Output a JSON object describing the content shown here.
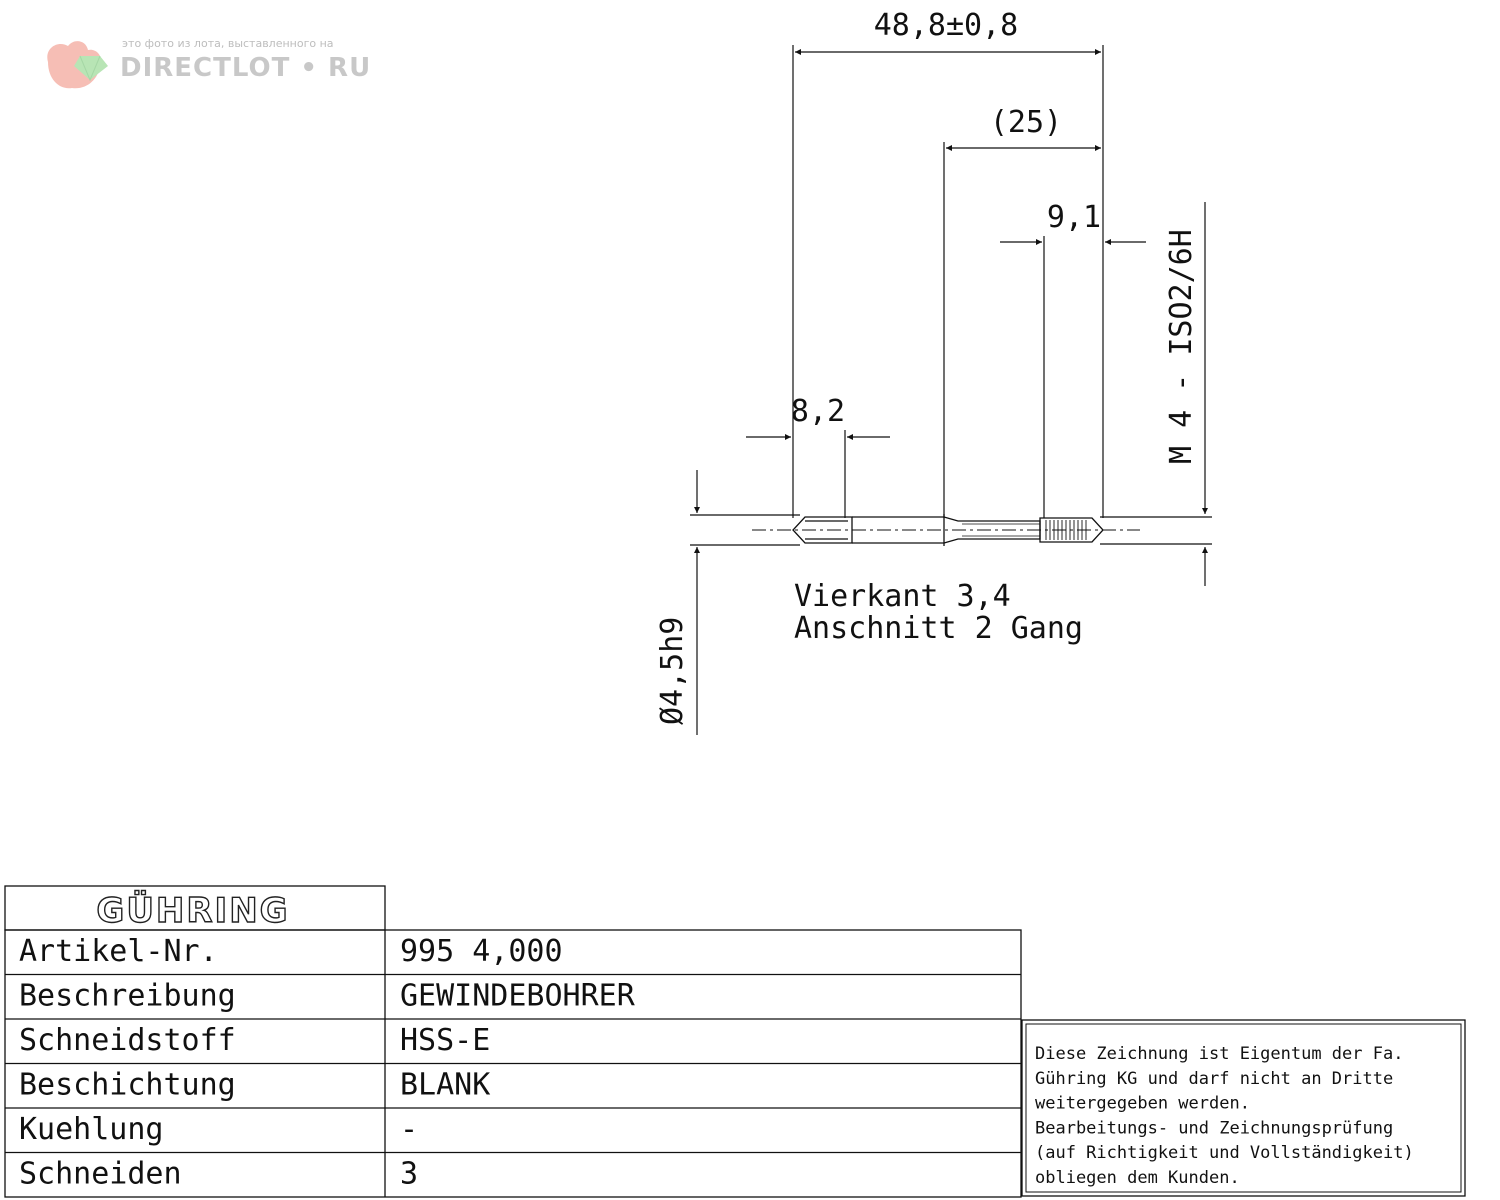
{
  "watermark": {
    "caption": "это фото из лота, выставленного на",
    "site": "DIRECTLOT • RU",
    "logo_icon": "squirrel-gem-icon"
  },
  "drawing": {
    "dim_overall": "48,8±0,8",
    "dim_shank": "(25)",
    "dim_thread": "9,1",
    "dim_square": "8,2",
    "thread_spec": "M 4 - ISO2/6H",
    "shank_diameter": "Ø4,5h9",
    "note_line1": "Vierkant 3,4",
    "note_line2": "Anschnitt 2 Gang"
  },
  "title_block": {
    "brand": "GÜHRING",
    "rows": [
      {
        "label": "Artikel-Nr.",
        "value": "995 4,000"
      },
      {
        "label": "Beschreibung",
        "value": "GEWINDEBOHRER"
      },
      {
        "label": "Schneidstoff",
        "value": "HSS-E"
      },
      {
        "label": "Beschichtung",
        "value": "BLANK"
      },
      {
        "label": "Kuehlung",
        "value": "-"
      },
      {
        "label": "Schneiden",
        "value": "3"
      }
    ]
  },
  "notice": [
    "Diese Zeichnung ist Eigentum der Fa.",
    "Gühring KG und darf nicht an Dritte",
    "weitergegeben werden.",
    "Bearbeitungs- und Zeichnungsprüfung",
    "(auf Richtigkeit und Vollständigkeit)",
    "obliegen dem Kunden."
  ]
}
